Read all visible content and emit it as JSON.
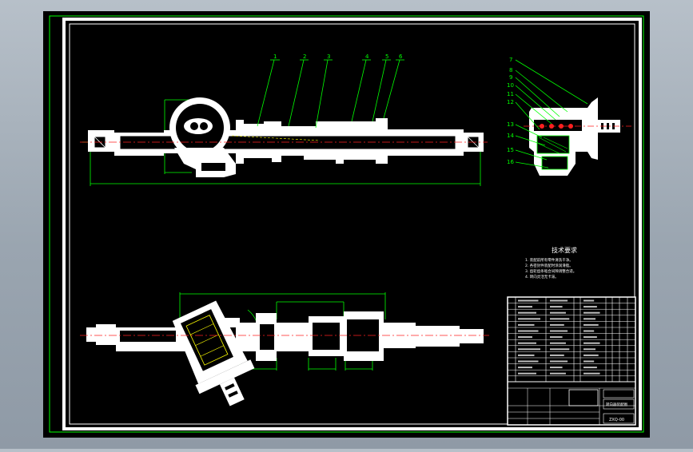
{
  "colors": {
    "background": "#9aa5b0",
    "sheet": "#000000",
    "frame": "#ffffff",
    "dimension": "#00ff00",
    "centerline": "#ff2020",
    "hidden": "#ffff00",
    "part": "#ffffff"
  },
  "balloons": {
    "top": [
      "1",
      "2",
      "3",
      "4",
      "5",
      "6"
    ],
    "side": [
      "7",
      "8",
      "9",
      "10",
      "11",
      "12",
      "13",
      "14",
      "15",
      "16"
    ]
  },
  "notes": {
    "title": "技术要求",
    "lines": [
      "1. 装配前所有零件清洗干净。",
      "2. 各密封件装配时涂润滑脂。",
      "3. 齿轮齿条啮合间隙调整合适。",
      "4. 转向灵活无卡滞。"
    ]
  },
  "title_block": {
    "title": "转向器装配图",
    "drawing_no": "ZXQ-00"
  }
}
